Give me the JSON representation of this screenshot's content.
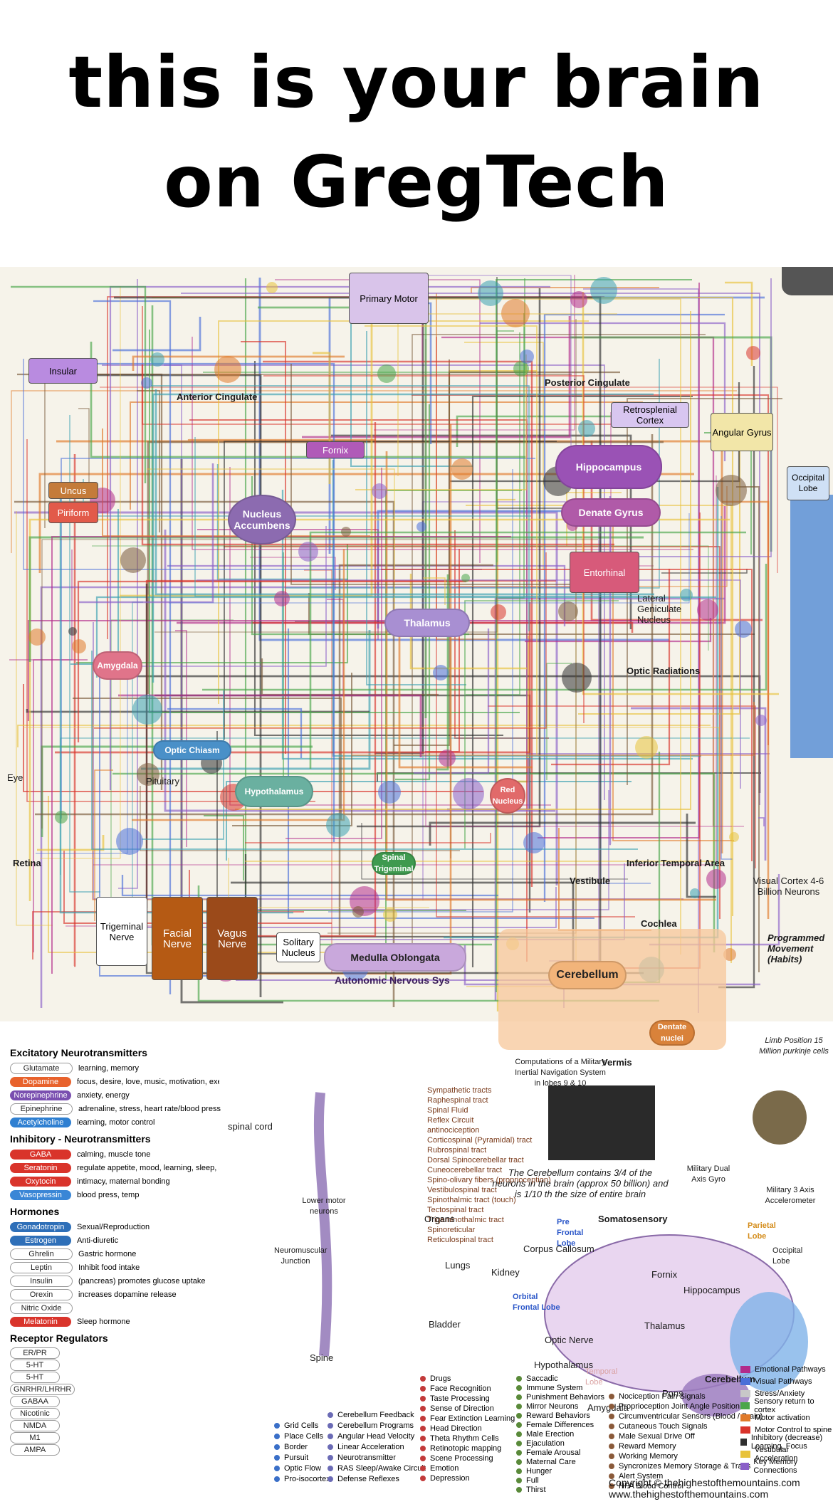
{
  "header": {
    "line1": "this is your brain",
    "line2": "on GregTech"
  },
  "diagram": {
    "regions": [
      {
        "label": "Primary Motor"
      },
      {
        "label": "Insular"
      },
      {
        "label": "Anterior Cingulate"
      },
      {
        "label": "Posterior Cingulate"
      },
      {
        "label": "Retrosplenial Cortex"
      },
      {
        "label": "Angular Gyrus"
      },
      {
        "label": "Uncus"
      },
      {
        "label": "Piriform"
      },
      {
        "label": "Fornix"
      },
      {
        "label": "Nucleus Accumbens"
      },
      {
        "label": "Hippocampus"
      },
      {
        "label": "Denate Gyrus"
      },
      {
        "label": "Entorhinal"
      },
      {
        "label": "Lateral Geniculate Nucleus"
      },
      {
        "label": "Thalamus"
      },
      {
        "label": "Optic Radiations"
      },
      {
        "label": "Occipital Lobe"
      },
      {
        "label": "Optic Chiasm"
      },
      {
        "label": "Hypothalamus"
      },
      {
        "label": "Pituitary"
      },
      {
        "label": "Red Nucleus"
      },
      {
        "label": "Amygdala"
      },
      {
        "label": "Trigeminal Nerve"
      },
      {
        "label": "Facial Nerve"
      },
      {
        "label": "Vagus Nerve"
      },
      {
        "label": "Solitary Nucleus"
      },
      {
        "label": "Medulla Oblongata"
      },
      {
        "label": "Autonomic Nervous Sys"
      },
      {
        "label": "Cerebellum"
      },
      {
        "label": "Vestibule"
      },
      {
        "label": "Cochlea"
      },
      {
        "label": "Programmed Movement (Habits)"
      },
      {
        "label": "Visual Cortex 4-6 Billion Neurons"
      },
      {
        "label": "Inferior Temporal Area"
      },
      {
        "label": "Retina"
      },
      {
        "label": "Eye"
      },
      {
        "label": "Spinal Trigeminal"
      },
      {
        "label": "Dentate nuclei"
      },
      {
        "label": "Vermis"
      }
    ],
    "notes": {
      "cerebellum_note": "The Cerebellum contains 3/4 of the neurons in the brain (approx 50 billion) and is 1/10 th the size of entire brain",
      "inertial": "Computations of a Military Inertial Navigation System in lobes 9 & 10",
      "purkinje": "Limb Position 15 Million purkinje cells",
      "gyro": "Military Dual Axis Gyro",
      "accel": "Military 3 Axis Accelerometer"
    },
    "excitatory": {
      "title": "Excitatory Neurotransmitters",
      "items": [
        {
          "name": "Glutamate",
          "desc": "learning, memory",
          "color": "#ffffff"
        },
        {
          "name": "Dopamine",
          "desc": "focus, desire, love, music, motivation, exercise,",
          "color": "#e8622c"
        },
        {
          "name": "Norepinephrine",
          "desc": "anxiety, energy",
          "color": "#7a4fb0"
        },
        {
          "name": "Epinephrine",
          "desc": "adrenaline, stress, heart rate/blood pressure",
          "color": "#ffffff"
        },
        {
          "name": "Acetylcholine",
          "desc": "learning, motor control",
          "color": "#2e7fd1"
        }
      ]
    },
    "inhibitory": {
      "title": "Inhibitory - Neurotransmitters",
      "items": [
        {
          "name": "GABA",
          "desc": "calming, muscle tone",
          "color": "#d9342b"
        },
        {
          "name": "Seratonin",
          "desc": "regulate appetite, mood, learning, sleep, anti-depression, suppression of food intake",
          "color": "#d9342b"
        },
        {
          "name": "Oxytocin",
          "desc": "intimacy, maternal bonding",
          "color": "#d9342b"
        },
        {
          "name": "Vasopressin",
          "desc": "blood press, temp",
          "color": "#3a86d6"
        }
      ]
    },
    "hormones": {
      "title": "Hormones",
      "items": [
        {
          "name": "Gonadotropin",
          "desc": "Sexual/Reproduction",
          "color": "#2e6fb8"
        },
        {
          "name": "Estrogen",
          "desc": "Anti-diuretic",
          "color": "#2e6fb8"
        },
        {
          "name": "Ghrelin",
          "desc": "Gastric hormone",
          "color": "#ffffff"
        },
        {
          "name": "Leptin",
          "desc": "Inhibit food intake",
          "color": "#ffffff"
        },
        {
          "name": "Insulin",
          "desc": "(pancreas) promotes glucose uptake",
          "color": "#ffffff"
        },
        {
          "name": "Orexin",
          "desc": "increases dopamine release",
          "color": "#ffffff"
        },
        {
          "name": "Nitric Oxide",
          "desc": "",
          "color": "#ffffff"
        },
        {
          "name": "Melatonin",
          "desc": "Sleep hormone",
          "color": "#d9342b"
        }
      ]
    },
    "receptors": {
      "title": "Receptor Regulators",
      "items": [
        {
          "name": "ER/PR"
        },
        {
          "name": "5-HT"
        },
        {
          "name": "5-HT"
        },
        {
          "name": "GNRHR/LHRHR"
        },
        {
          "name": "GABAA"
        },
        {
          "name": "Nicotinic"
        },
        {
          "name": "NMDA"
        },
        {
          "name": "M1"
        },
        {
          "name": "AMPA"
        }
      ]
    },
    "pathways": [
      "Sympathetic tracts",
      "Raphespinal tract",
      "Spinal Fluid",
      "Reflex Circuit",
      "antinociception",
      "Corticospinal (Pyramidal) tract",
      "Rubrospinal tract",
      "Dorsal Spinocerebellar tract",
      "Cuneocerebellar tract",
      "Spino-olivary fibers (proprioception)",
      "Vestibulospinal tract",
      "Spinothalmic tract (touch)",
      "Tectospinal tract",
      "Trigeminothalmic tract",
      "Spinoreticular",
      "Reticulospinal tract"
    ],
    "bottom_labels": {
      "spine": "Spine",
      "bladder": "Bladder",
      "kidney": "Kidney",
      "lungs": "Lungs",
      "organs": "Organs",
      "neuromuscular": "Neuromuscular Junction",
      "lower_motor": "Lower motor neurons",
      "spinal_cord": "spinal cord",
      "corpus_callosum": "Corpus Callosum",
      "somatosensory": "Somatosensory",
      "prefrontal": "Pre Frontal Lobe",
      "orbital": "Orbital Frontal Lobe",
      "parietal": "Parietal Lobe",
      "occipital": "Occipital Lobe",
      "temporal": "Temporal Lobe",
      "fornix2": "Fornix",
      "hippocampus2": "Hippocampus",
      "thalamus2": "Thalamus",
      "optic_nerve": "Optic Nerve",
      "amygdala2": "Amygdala",
      "pons": "Pons",
      "cerebellum2": "Cerebellum",
      "hypothalamus2": "Hypothalamus"
    },
    "key_left": [
      "Grid Cells",
      "Place Cells",
      "Border",
      "Pursuit",
      "Optic Flow",
      "Pro-isocortex"
    ],
    "key_mid1": [
      "Cerebellum Feedback",
      "Cerebellum Programs",
      "Angular Head Velocity",
      "Linear Acceleration",
      "Neurotransmitter",
      "RAS Sleep/Awake Circuit",
      "Defense Reflexes"
    ],
    "key_mid2": [
      "Drugs",
      "Face Recognition",
      "Taste Processing",
      "Sense of Direction",
      "Fear Extinction Learning",
      "Head Direction",
      "Theta Rhythm Cells",
      "Retinotopic mapping",
      "Scene Processing",
      "Emotion",
      "Depression"
    ],
    "key_mid3": [
      "Saccadic",
      "Immune System",
      "Punishment Behaviors",
      "Mirror Neurons",
      "Reward Behaviors",
      "Female Differences",
      "Male Erection",
      "Ejaculation",
      "Female Arousal",
      "Maternal Care",
      "Hunger",
      "Full",
      "Thirst"
    ],
    "key_mid4": [
      "Nociception Pain Signals",
      "Proprioception Joint Angle Position",
      "Circumventricular Sensors (Blood / Brain)",
      "Cutaneous Touch Signals",
      "Male Sexual Drive Off",
      "Reward Memory",
      "Working Memory",
      "Syncronizes Memory Storage & Trans",
      "Alert System",
      "HPA Blood Control"
    ],
    "key_right": [
      {
        "label": "Emotional Pathways",
        "color": "#b22b8a"
      },
      {
        "label": "Visual Pathways",
        "color": "#4a6fd8"
      },
      {
        "label": "Stress/Anxiety",
        "color": "#c8c8c8"
      },
      {
        "label": "Sensory return to cortex",
        "color": "#4aa64a"
      },
      {
        "label": "Motor activation",
        "color": "#e07a2a"
      },
      {
        "label": "Motor Control to spine",
        "color": "#d9342b"
      },
      {
        "label": "Inhibitory (decrease) Learning, Focus",
        "color": "#2f2f2f"
      },
      {
        "label": "Vestibular Acceleration",
        "color": "#e8c23a"
      },
      {
        "label": "Key Memory Connections",
        "color": "#8a5fc8"
      }
    ],
    "copyright_line1": "Copyright © thehighestofthemountains.com",
    "copyright_line2": "www.thehighestofthemountains.com"
  }
}
